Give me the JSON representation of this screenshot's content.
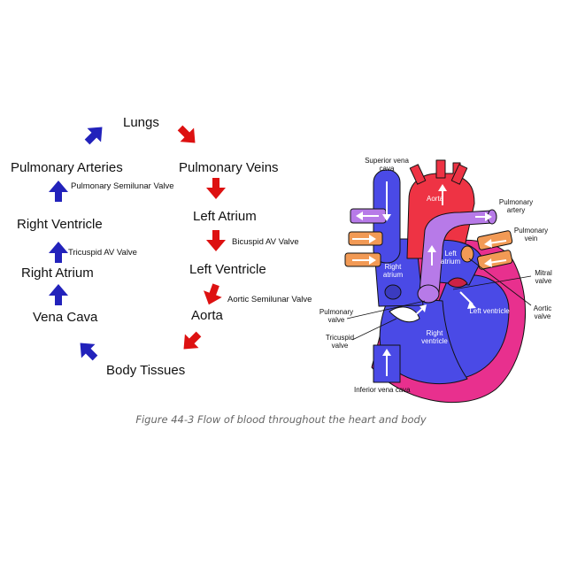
{
  "flow": {
    "lungs": "Lungs",
    "pulmonary_arteries": "Pulmonary Arteries",
    "pulmonary_veins": "Pulmonary Veins",
    "pulmonary_semilunar_valve": "Pulmonary Semilunar Valve",
    "right_ventricle": "Right Ventricle",
    "left_atrium": "Left Atrium",
    "tricuspid_av_valve": "Tricuspid AV Valve",
    "bicuspid_av_valve": "Bicuspid AV Valve",
    "right_atrium": "Right Atrium",
    "left_ventricle": "Left Ventricle",
    "aortic_semilunar_valve": "Aortic Semilunar Valve",
    "vena_cava": "Vena Cava",
    "aorta": "Aorta",
    "body_tissues": "Body Tissues"
  },
  "heart": {
    "superior_vena_cava": "Superior vena cava",
    "aorta": "Aorta",
    "pulmonary_artery": "Pulmonary artery",
    "pulmonary_vein": "Pulmonary vein",
    "right_atrium": "Right atrium",
    "left_atrium": "Left atrium",
    "mitral_valve": "Mitral valve",
    "aortic_valve": "Aortic valve",
    "pulmonary_valve": "Pulmonary valve",
    "tricuspid_valve": "Tricuspid valve",
    "right_ventricle": "Right ventricle",
    "left_ventricle": "Left ventricle",
    "inferior_vena_cava": "Inferior vena cava"
  },
  "caption": "Figure 44-3 Flow of blood throughout the heart and body",
  "colors": {
    "deoxygenated_arrow": "#2222bb",
    "oxygenated_arrow": "#dd1111",
    "vein_blue": "#4a4ae6",
    "artery_red": "#ee3344",
    "pulmonary_violet": "#b77ae8",
    "pulmonary_vein_orange": "#f29a55",
    "myocardium_pink": "#e8308e"
  }
}
